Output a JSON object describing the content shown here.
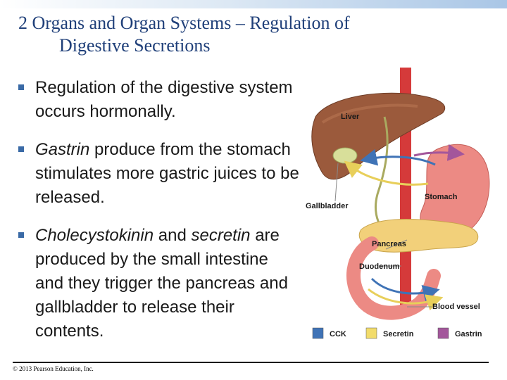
{
  "slide": {
    "title_line1": "2 Organs and Organ Systems – Regulation of",
    "title_line2": "Digestive Secretions",
    "bullets": [
      {
        "parts": [
          {
            "text": "Regulation of the digestive system occurs hormonally.",
            "italic": false
          }
        ]
      },
      {
        "parts": [
          {
            "text": "Gastrin",
            "italic": true
          },
          {
            "text": " produce from the stomach stimulates more gastric juices to be released.",
            "italic": false
          }
        ]
      },
      {
        "parts": [
          {
            "text": "Cholecystokinin",
            "italic": true
          },
          {
            "text": " and ",
            "italic": false
          },
          {
            "text": "secretin",
            "italic": true
          },
          {
            "text": " are produced by the small intestine and they trigger the pancreas and gallbladder to release their contents.",
            "italic": false
          }
        ]
      }
    ],
    "footer": "© 2013 Pearson Education, Inc."
  },
  "figure": {
    "labels": {
      "liver": "Liver",
      "gallbladder": "Gallbladder",
      "stomach": "Stomach",
      "pancreas": "Pancreas",
      "duodenum": "Duodenum",
      "blood_vessel": "Blood vessel"
    },
    "legend": [
      {
        "label": "CCK",
        "color": "#3f73b6"
      },
      {
        "label": "Secretin",
        "color": "#f2dc6b"
      },
      {
        "label": "Gastrin",
        "color": "#a3569b"
      }
    ]
  }
}
